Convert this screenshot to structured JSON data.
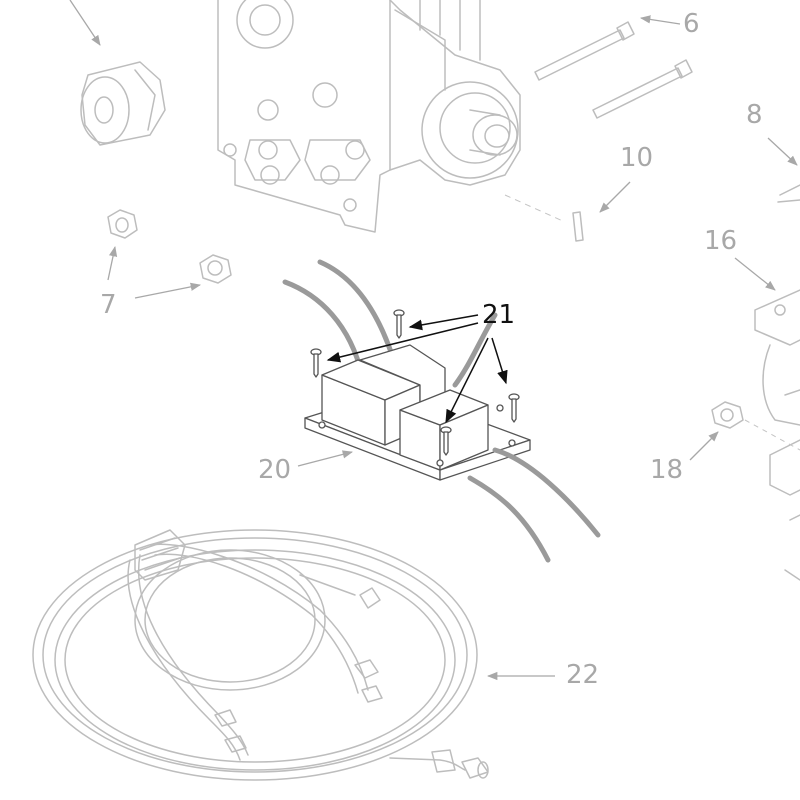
{
  "callouts": {
    "c6": "6",
    "c7": "7",
    "c8": "8",
    "c10": "10",
    "c16": "16",
    "c18": "18",
    "c20": "20",
    "c21": "21",
    "c22": "22"
  },
  "colors": {
    "faded_part": "#bdbdbd",
    "faded_label": "#a8a8a8",
    "highlight": "#111111",
    "wire": "#9a9a9a"
  }
}
